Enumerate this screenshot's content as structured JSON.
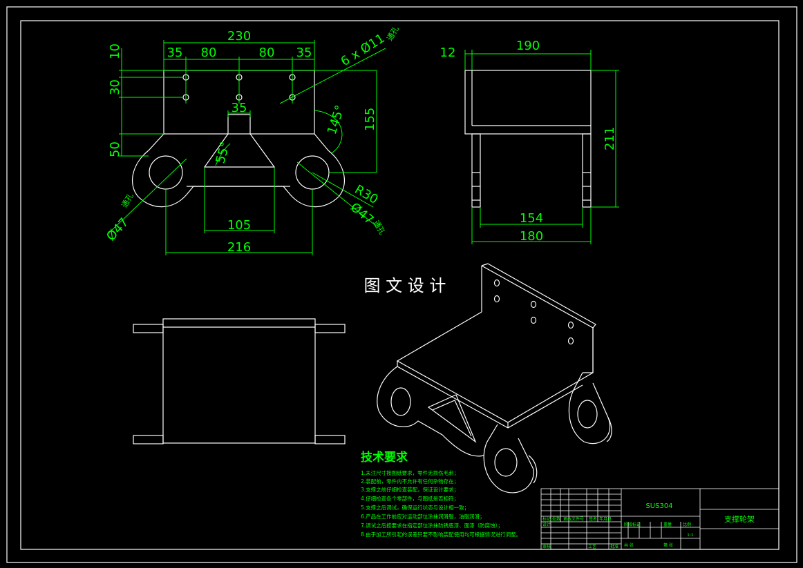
{
  "dims": {
    "front_total_width": "230",
    "front_seg_35_left": "35",
    "front_seg_80_left": "80",
    "front_seg_80_right": "80",
    "front_seg_35_right": "35",
    "hole_note": "6 x Ø11",
    "hole_note_suffix": "通孔",
    "dim_10": "10",
    "dim_30": "30",
    "dim_50": "50",
    "dim_35_slot": "35",
    "dim_145deg": "145°",
    "dim_155": "155",
    "dim_55deg": "55°",
    "dim_r30": "R30",
    "dim_d47_right": "Ø47",
    "dim_d47_right_suffix": "通孔",
    "dim_d47_left": "Ø47",
    "dim_d47_left_suffix": "通孔",
    "dim_105": "105",
    "dim_216": "216",
    "side_12": "12",
    "side_190": "190",
    "side_211": "211",
    "side_154": "154",
    "side_180": "180"
  },
  "watermark": "图 文 设 计",
  "tech_requirements": {
    "title": "技术要求",
    "items": [
      "1.未注尺寸按图纸要求，零件无损伤毛刺；",
      "2.装配前，零件内不允许有任何杂物存在；",
      "3.支撑之前仔细检查装配，保证设计要求；",
      "4.仔细检查各个零部件，与图纸是否相符；",
      "5.支撑之后调试，确保运行状态与设计相一致；",
      "6.产品在工作前应对运动部位涂抹润滑脂，油脂润滑；",
      "7.调试之后按要求在指定部位涂抹防锈底漆、面漆（防腐蚀）；",
      "8.由于加工所引起的误差只要不影响装配使用均可根据情况进行调整。"
    ]
  },
  "title_block": {
    "material": "SUS304",
    "part_name": "支撑轮架",
    "scale": "1:1",
    "labels": {
      "mark": "标记",
      "count": "处数",
      "file_no": "更改文件号",
      "sign": "签名",
      "date": "年月日",
      "design": "设计",
      "check": "审核",
      "process": "工艺",
      "approve": "批准",
      "stage_mark": "阶段标记",
      "weight": "重量",
      "ratio": "比例",
      "sheet": "共  张",
      "page": "第  张"
    }
  }
}
